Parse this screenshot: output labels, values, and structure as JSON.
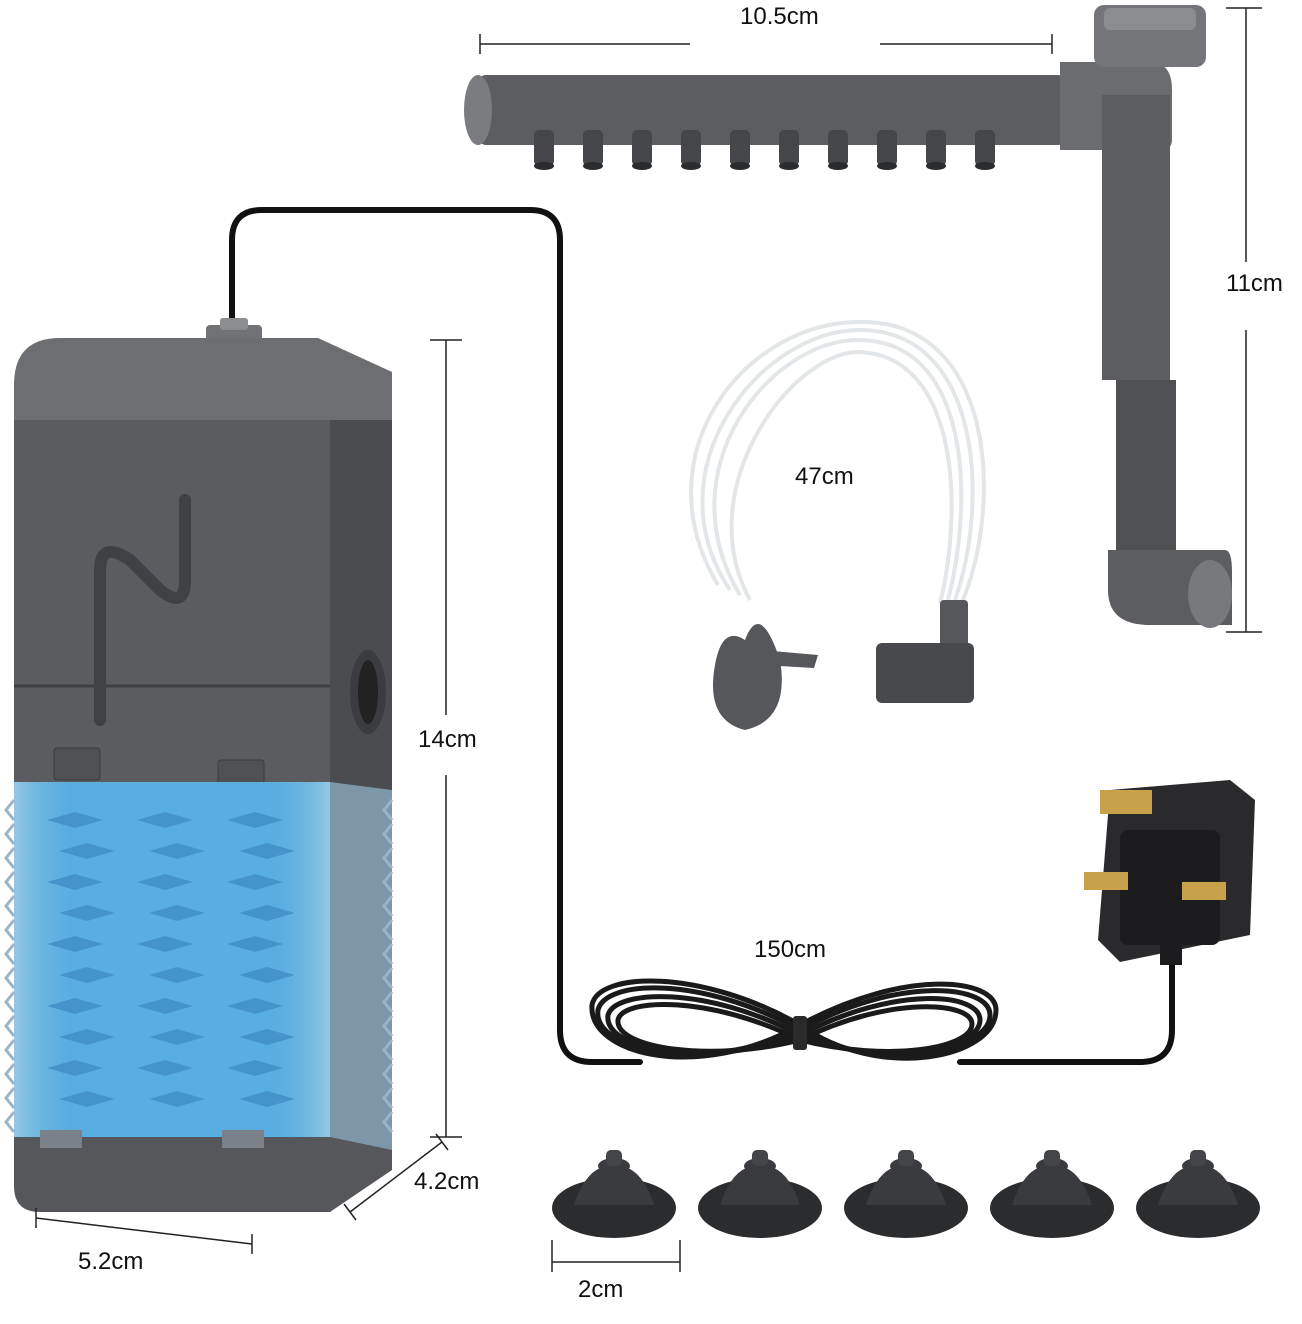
{
  "colors": {
    "housing": "#5a5c60",
    "housing_dark": "#45474a",
    "sponge": "#58aee0",
    "cable": "#111111",
    "tubing": "#dfe3e6",
    "plug_pins": "#c8a24a"
  },
  "dimensions": {
    "spray_bar_length": "10.5cm",
    "outlet_height": "11cm",
    "air_tube_length": "47cm",
    "pump_height": "14cm",
    "cable_length": "150cm",
    "pump_depth": "4.2cm",
    "pump_width": "5.2cm",
    "suction_cup_diameter": "2cm"
  },
  "parts": {
    "suction_cup_count": 5,
    "spray_bar_nozzle_count": 10
  }
}
